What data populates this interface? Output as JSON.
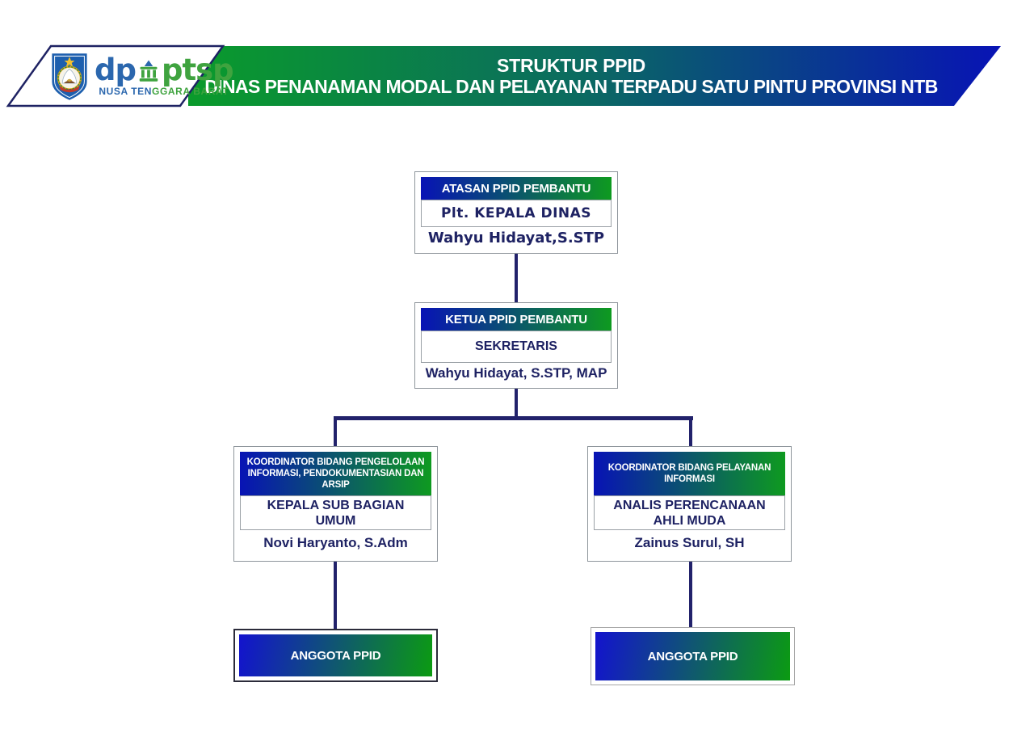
{
  "banner": {
    "title_line1": "STRUKTUR PPID",
    "title_line2": "DINAS PENANAMAN MODAL DAN PELAYANAN TERPADU SATU PINTU PROVINSI NTB"
  },
  "logo": {
    "brand_left": "dp",
    "brand_right": "ptsp",
    "region_part1": "NUSA TEN",
    "region_part2": "GGARA BARAT"
  },
  "colors": {
    "banner_gradient_left": "#0A9B2B",
    "banner_gradient_right": "#0813B5",
    "node_header_gradient_left": "#0813B5",
    "node_header_gradient_right": "#0E9A20",
    "anggota_gradient_left": "#1313CE",
    "anggota_gradient_right": "#0C9B12",
    "connector": "#22226B",
    "navy_text": "#1E2263"
  },
  "org_chart": {
    "atasan": {
      "header": "ATASAN PPID PEMBANTU",
      "position": "Plt. KEPALA DINAS",
      "name": "Wahyu Hidayat,S.STP"
    },
    "ketua": {
      "header": "KETUA PPID PEMBANTU",
      "position": "SEKRETARIS",
      "name": "Wahyu Hidayat, S.STP, MAP"
    },
    "koordinator_pengelolaan": {
      "header": "KOORDINATOR BIDANG PENGELOLAAN INFORMASI, PENDOKUMENTASIAN DAN ARSIP",
      "position": "KEPALA SUB BAGIAN UMUM",
      "name": "Novi Haryanto, S.Adm"
    },
    "koordinator_pelayanan": {
      "header": "KOORDINATOR BIDANG PELAYANAN INFORMASI",
      "position": "ANALIS PERENCANAAN AHLI MUDA",
      "name": "Zainus Surul, SH"
    },
    "anggota_left": {
      "label": "ANGGOTA PPID"
    },
    "anggota_right": {
      "label": "ANGGOTA PPID"
    }
  }
}
